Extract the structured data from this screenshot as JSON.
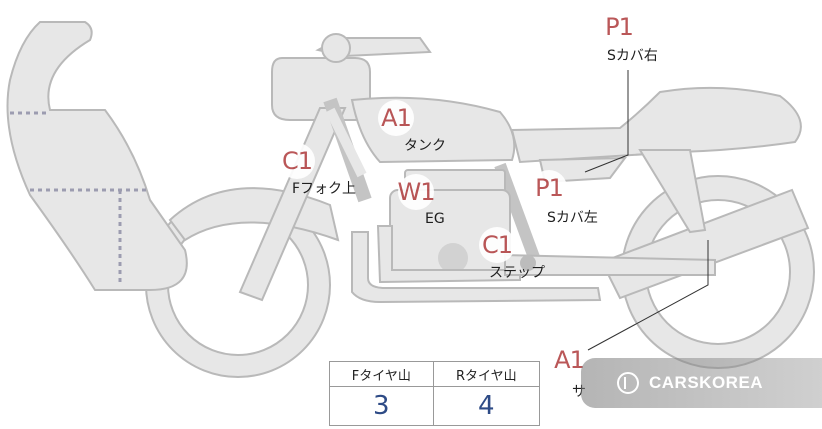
{
  "markers": [
    {
      "id": "p1-right",
      "code": "P1",
      "label": "Sカバ右"
    },
    {
      "id": "a1-tank",
      "code": "A1",
      "label": "タンク"
    },
    {
      "id": "c1-fork",
      "code": "C1",
      "label": "Fフォク上"
    },
    {
      "id": "w1-engine",
      "code": "W1",
      "label": "EG"
    },
    {
      "id": "p1-left",
      "code": "P1",
      "label": "Sカバ左"
    },
    {
      "id": "c1-step",
      "code": "C1",
      "label": "ステップ"
    },
    {
      "id": "a1-lower",
      "code": "A1",
      "label": "サ"
    }
  ],
  "tire_table": {
    "headers": [
      "Fタイヤ山",
      "Rタイヤ山"
    ],
    "values": [
      "3",
      "4"
    ]
  },
  "watermark": {
    "text": "CARSKOREA"
  },
  "colors": {
    "marker": "#b5494a",
    "body": "#e6e6e6",
    "outline": "#b9b9b9",
    "table_value": "#2e4b86"
  }
}
